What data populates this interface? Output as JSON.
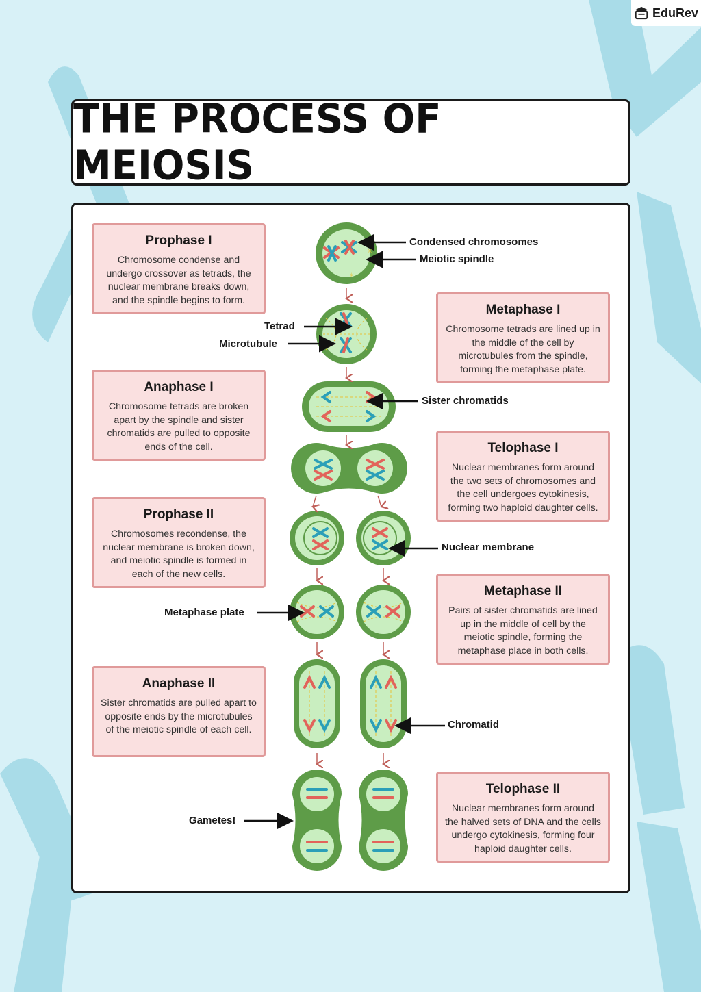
{
  "brand": {
    "name": "EduRev",
    "icon": "graduation-cap-icon"
  },
  "title": "THE PROCESS OF MEIOSIS",
  "colors": {
    "background": "#d8f1f7",
    "card_fill": "#fae0e0",
    "card_border": "#e09a9a",
    "cell_outer": "#5e9c48",
    "cell_inner": "#c9eec0",
    "chromosome_red": "#e2635a",
    "chromosome_blue": "#2b9fb8",
    "arrow": "#c0605a"
  },
  "stages": [
    {
      "name": "Prophase I",
      "text": "Chromosome condense and undergo crossover as tetrads, the nuclear membrane breaks down, and the spindle begins to form."
    },
    {
      "name": "Metaphase I",
      "text": "Chromosome tetrads are lined up in the middle of the cell by microtubules from the spindle, forming the metaphase plate."
    },
    {
      "name": "Anaphase I",
      "text": "Chromosome tetrads are broken apart by the spindle and sister chromatids are pulled to opposite ends of the cell."
    },
    {
      "name": "Telophase I",
      "text": "Nuclear membranes form around the two sets of chromosomes and the cell undergoes cytokinesis, forming two haploid daughter cells."
    },
    {
      "name": "Prophase II",
      "text": "Chromosomes recondense, the nuclear membrane is broken down, and meiotic spindle is formed in each of the new cells."
    },
    {
      "name": "Metaphase II",
      "text": "Pairs of sister chromatids are lined up in the middle of cell by the meiotic spindle, forming the metaphase place in both cells."
    },
    {
      "name": "Anaphase II",
      "text": "Sister chromatids are pulled apart to opposite ends  by the microtubules of the meiotic spindle of each cell."
    },
    {
      "name": "Telophase II",
      "text": "Nuclear membranes form around the halved sets of DNA and the cells undergo cytokinesis, forming four haploid daughter cells."
    }
  ],
  "labels": {
    "condensed_chromosomes": "Condensed chromosomes",
    "meiotic_spindle": "Meiotic spindle",
    "tetrad": "Tetrad",
    "microtubule": "Microtubule",
    "sister_chromatids": "Sister chromatids",
    "nuclear_membrane": "Nuclear membrane",
    "metaphase_plate": "Metaphase plate",
    "chromatid": "Chromatid",
    "gametes": "Gametes!"
  }
}
